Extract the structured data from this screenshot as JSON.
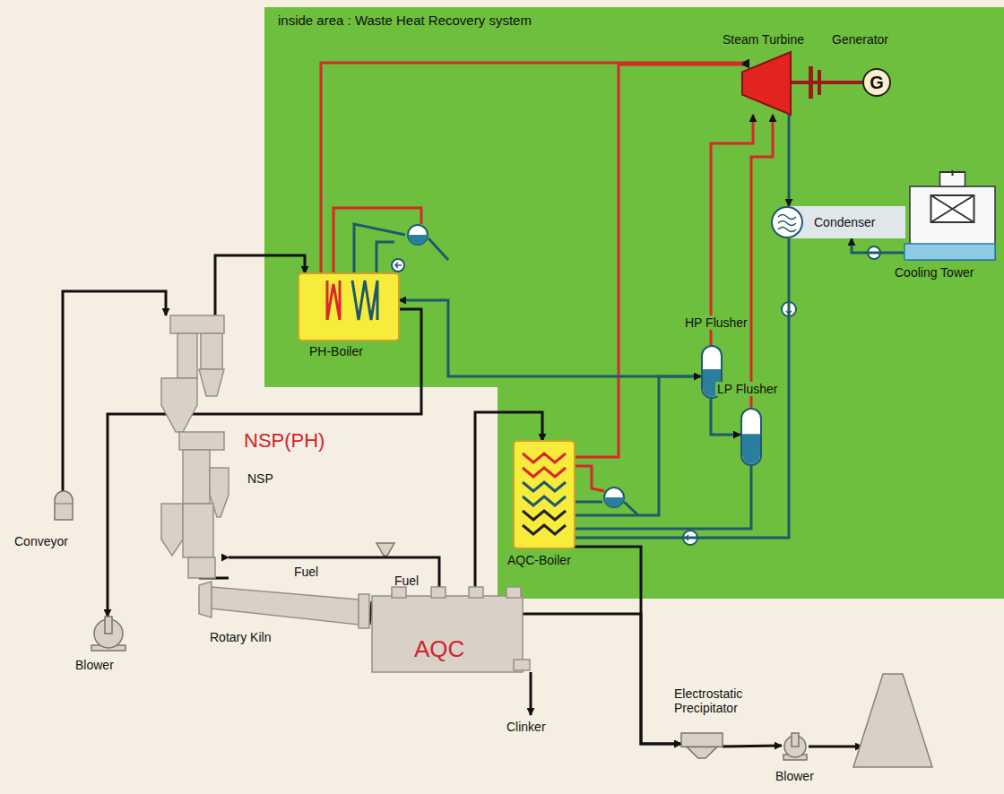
{
  "diagram": {
    "nodes": [
      {
        "text": [
          "inside area : Waste Heat Recovery system"
        ]
      },
      {
        "text": [
          "Steam Turbine"
        ],
        "in": 0
      },
      {
        "text": [
          "Generator",
          "G"
        ],
        "in": 0
      },
      {
        "text": [
          "Condenser"
        ],
        "in": 0
      },
      {
        "text": [
          "Cooling Tower"
        ],
        "in": 0
      },
      {
        "text": [
          "PH-Boiler"
        ],
        "in": 0
      },
      {
        "text": [
          "HP Flusher"
        ],
        "in": 0
      },
      {
        "text": [
          "LP Flusher"
        ],
        "in": 0
      },
      {
        "text": [
          "AQC-Boiler"
        ],
        "in": 0
      },
      {
        "text": [
          "NSP(PH)",
          "NSP"
        ]
      },
      {
        "text": [
          "Rotary Kiln"
        ]
      },
      {
        "text": [
          "AQC"
        ]
      },
      {
        "text": [
          "Conveyor"
        ]
      },
      {
        "text": [
          "Blower"
        ]
      },
      {
        "text": [
          "Electrostatic Precipitator"
        ]
      },
      {
        "text": [
          "Blower"
        ]
      }
    ],
    "edges": [
      {
        "from": 12,
        "to": 9,
        "arrow": "to"
      },
      {
        "from": 9,
        "to": 5,
        "arrow": "to"
      },
      {
        "from": 5,
        "to": 13,
        "arrow": "to"
      },
      {
        "from": 5,
        "to": 1,
        "arrow": "to"
      },
      {
        "from": 8,
        "to": 1,
        "arrow": "to"
      },
      {
        "from": 6,
        "to": 1,
        "arrow": "to"
      },
      {
        "from": 7,
        "to": 1,
        "arrow": "to"
      },
      {
        "from": 1,
        "to": 3,
        "arrow": "to"
      },
      {
        "from": 4,
        "to": 3,
        "arrow": "to"
      },
      {
        "from": 3,
        "to": 8,
        "arrow": "to"
      },
      {
        "from": 6,
        "to": 7,
        "arrow": "to"
      },
      {
        "from": 6,
        "to": 5,
        "arrow": "to"
      },
      {
        "from": 8,
        "to": 6,
        "arrow": "to"
      },
      {
        "from": 7,
        "to": 8,
        "arrow": "to"
      },
      {
        "from": 1,
        "to": 2,
        "arrow": "none"
      },
      {
        "from": 9,
        "to": 10,
        "arrow": "none"
      },
      {
        "from": 10,
        "to": 11,
        "arrow": "none"
      },
      {
        "from": 11,
        "to": 8,
        "arrow": "to"
      },
      {
        "from": 11,
        "to": 9,
        "arrow": "to"
      },
      {
        "from": 11,
        "to": 14,
        "arrow": "to"
      },
      {
        "from": 8,
        "to": 14,
        "arrow": "to"
      },
      {
        "from": 14,
        "to": 15,
        "arrow": "to"
      }
    ],
    "labels": [
      "Fuel",
      "Fuel",
      "Clinker"
    ]
  }
}
